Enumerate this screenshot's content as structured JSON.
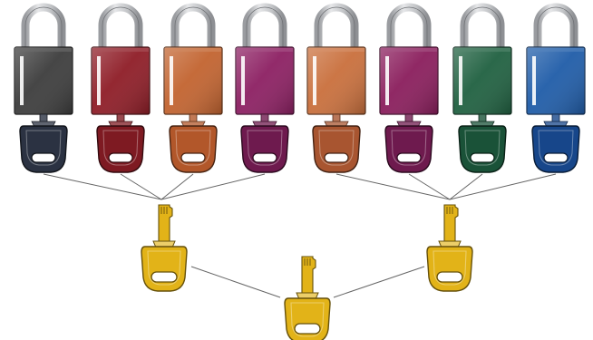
{
  "padlocks": [
    {
      "id": "lock-1",
      "color": "#3c3c3c",
      "key_color": "#2b3242"
    },
    {
      "id": "lock-2",
      "color": "#8e1c26",
      "key_color": "#7e1a22"
    },
    {
      "id": "lock-3",
      "color": "#c2632f",
      "key_color": "#b2572a"
    },
    {
      "id": "lock-4",
      "color": "#8c1f62",
      "key_color": "#6e1a4e"
    },
    {
      "id": "lock-5",
      "color": "#c96f3c",
      "key_color": "#a85530"
    },
    {
      "id": "lock-6",
      "color": "#8a1d5c",
      "key_color": "#6e1a4e"
    },
    {
      "id": "lock-7",
      "color": "#1f6040",
      "key_color": "#1a5238"
    },
    {
      "id": "lock-8",
      "color": "#1f5ca8",
      "key_color": "#17468a"
    }
  ],
  "master_keys": [
    {
      "id": "master-key-left",
      "color": "#e2b318"
    },
    {
      "id": "master-key-right",
      "color": "#e2b318"
    },
    {
      "id": "grand-master-key",
      "color": "#e2b318"
    }
  ],
  "shackle_color": "#c7c9cc",
  "line_color": "#666666"
}
